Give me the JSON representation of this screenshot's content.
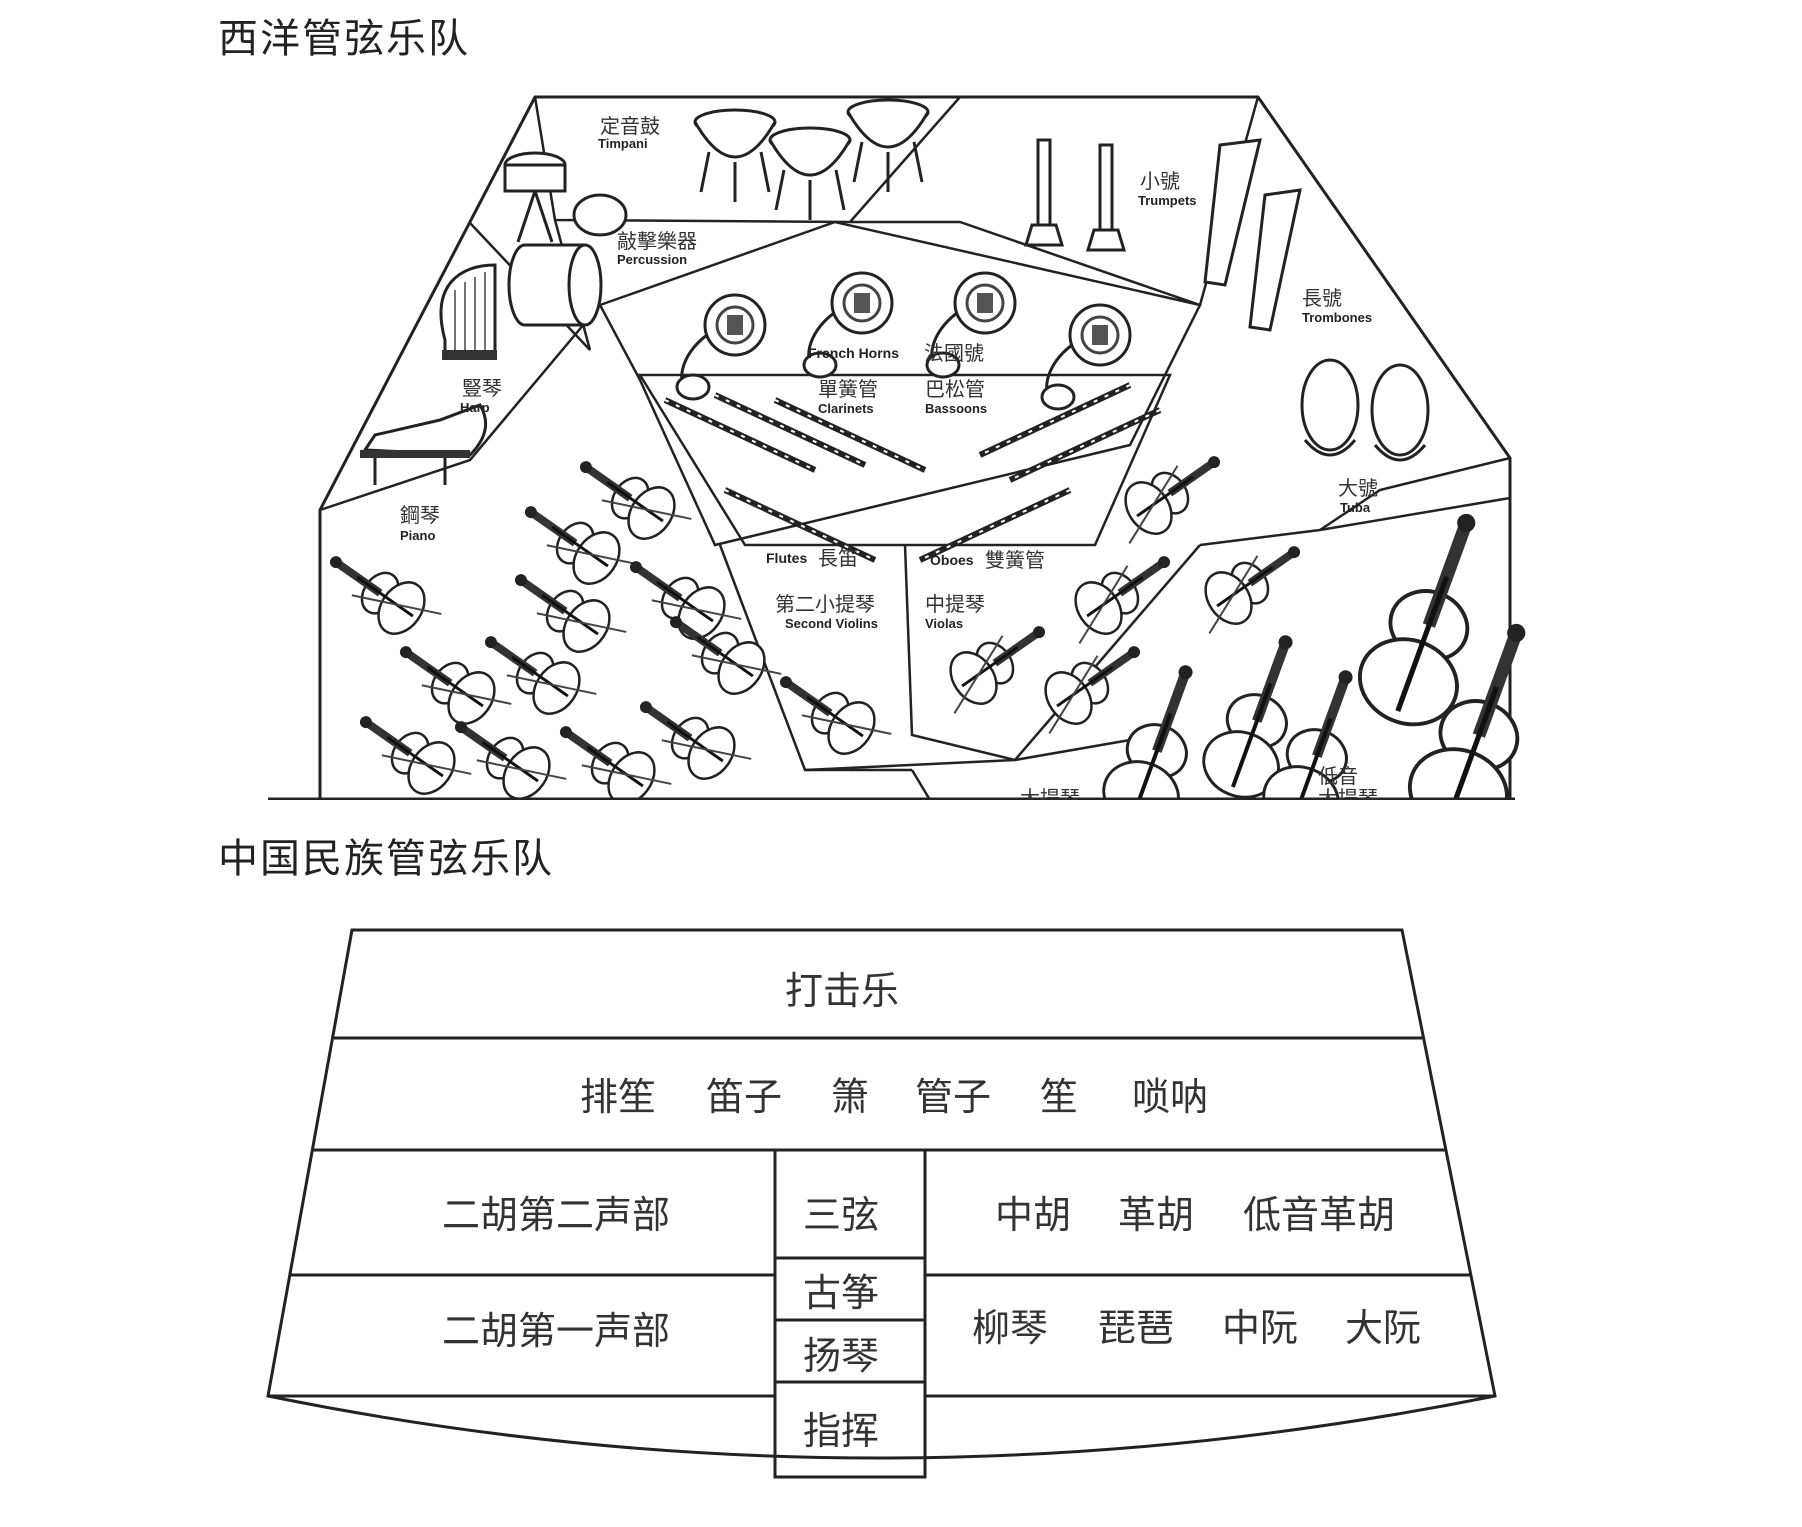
{
  "western": {
    "title": "西洋管弦乐队",
    "sections": {
      "timpani": {
        "zh": "定音鼓",
        "en": "Timpani"
      },
      "percussion": {
        "zh": "敲擊樂器",
        "en": "Percussion"
      },
      "trumpets": {
        "zh": "小號",
        "en": "Trumpets"
      },
      "trombones": {
        "zh": "長號",
        "en": "Trombones"
      },
      "tuba": {
        "zh": "大號",
        "en": "Tuba"
      },
      "harp": {
        "zh": "豎琴",
        "en": "Harp"
      },
      "piano": {
        "zh": "鋼琴",
        "en": "Piano"
      },
      "french_horns": {
        "zh": "法國號",
        "en": "French Horns"
      },
      "clarinets": {
        "zh": "單簧管",
        "en": "Clarinets"
      },
      "bassoons": {
        "zh": "巴松管",
        "en": "Bassoons"
      },
      "flutes": {
        "zh": "長笛",
        "en": "Flutes"
      },
      "oboes": {
        "zh": "雙簧管",
        "en": "Oboes"
      },
      "second_violins": {
        "zh": "第二小提琴",
        "en": "Second Violins"
      },
      "violas": {
        "zh": "中提琴",
        "en": "Violas"
      },
      "cellos": {
        "zh": "大提琴"
      },
      "double_basses": {
        "zh1": "低音",
        "zh2": "大提琴"
      }
    }
  },
  "chinese": {
    "title": "中国民族管弦乐队",
    "rows": {
      "percussion": "打击乐",
      "winds": [
        "排笙",
        "笛子",
        "箫",
        "管子",
        "笙",
        "唢呐"
      ],
      "erhu_second": "二胡第二声部",
      "sanxian": "三弦",
      "bowed_low": [
        "中胡",
        "革胡",
        "低音革胡"
      ],
      "erhu_first": "二胡第一声部",
      "guzheng": "古筝",
      "yangqin": "扬琴",
      "plucked": [
        "柳琴",
        "琵琶",
        "中阮",
        "大阮"
      ],
      "conductor": "指挥"
    }
  }
}
